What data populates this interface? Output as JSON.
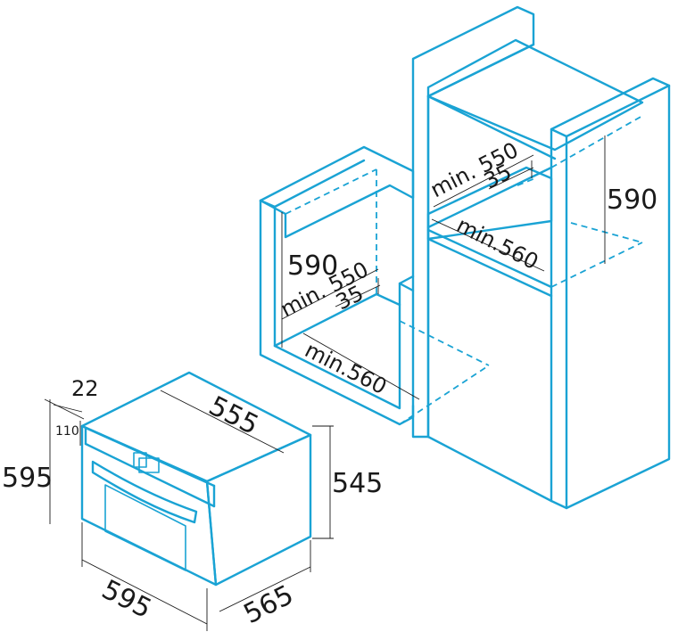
{
  "colors": {
    "outline": "#1aa3d4",
    "dimension": "#1a1a1a",
    "background": "#ffffff"
  },
  "oven": {
    "dim_top_offset": "22",
    "dim_panel_height": "110",
    "dim_height_front": "595",
    "dim_width_top": "555",
    "dim_body_height": "545",
    "dim_width_front": "595",
    "dim_depth": "565"
  },
  "column_cabinet": {
    "dim_min_depth": "min. 550",
    "dim_gap": "35",
    "dim_height": "590",
    "dim_min_width": "min.560"
  },
  "under_counter_cabinet": {
    "dim_height": "590",
    "dim_min_depth": "min. 550",
    "dim_gap": "35",
    "dim_min_width": "min.560"
  }
}
